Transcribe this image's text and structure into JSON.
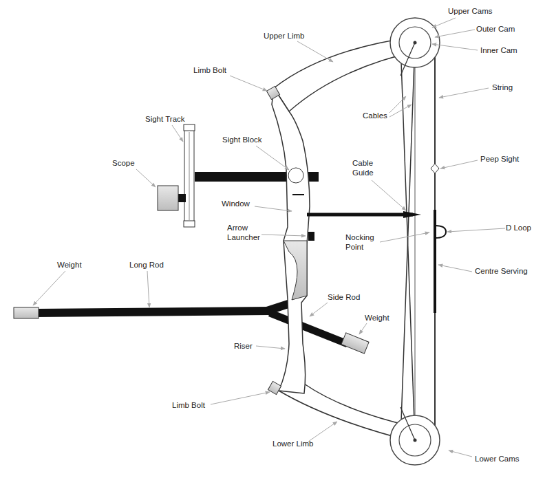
{
  "diagram": {
    "labels": [
      "Upper Cams",
      "Outer Cam",
      "Inner Cam",
      "Upper Limb",
      "Limb Bolt",
      "String",
      "Sight Track",
      "Sight Block",
      "Cables",
      "Scope",
      "Peep Sight",
      "Cable Guide",
      "Window",
      "D Loop",
      "Arrow Launcher",
      "Nocking Point",
      "Weight",
      "Long Rod",
      "Centre Serving",
      "Side Rod",
      "Weight",
      "Riser",
      "Limb Bolt",
      "Lower Limb",
      "Lower Cams"
    ]
  }
}
